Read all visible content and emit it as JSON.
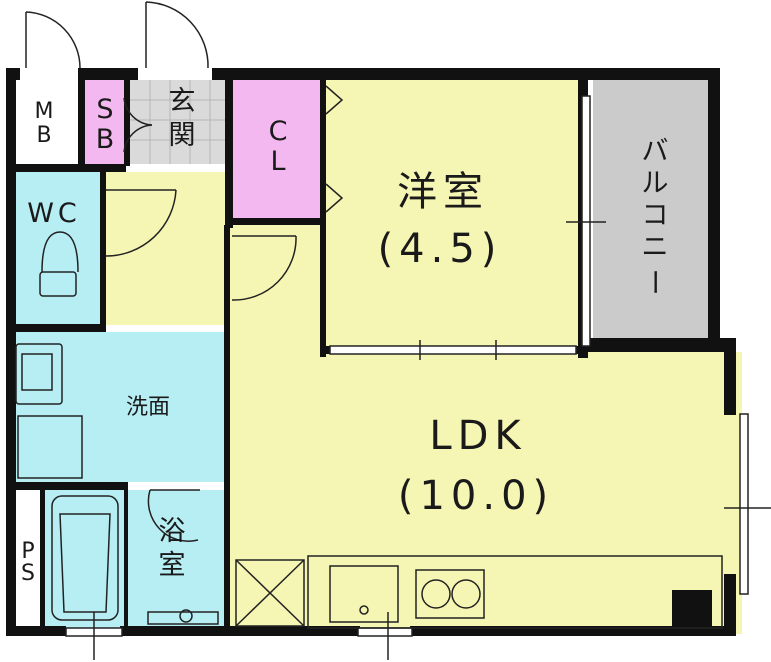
{
  "colors": {
    "western_room": "#f6f6b4",
    "ldk": "#f6f6b4",
    "hall": "#f6f6b4",
    "closet": "#f4b8f0",
    "storage": "#f4b8f0",
    "wet_area": "#b6eef4",
    "balcony": "#cbcbcb",
    "entrance": "#dadada",
    "wall": "#111111"
  },
  "labels": {
    "mb": [
      "M",
      "B"
    ],
    "sb": [
      "S",
      "B"
    ],
    "entrance": [
      "玄",
      "関"
    ],
    "closet": [
      "C",
      "L"
    ],
    "western_room": {
      "name": "洋室",
      "size": "(4.5)"
    },
    "balcony": [
      "バ",
      "ル",
      "コ",
      "ニ",
      "ー"
    ],
    "wc": "WC",
    "washroom": "洗面",
    "ldk": {
      "name": "LDK",
      "size": "(10.0)"
    },
    "ps": [
      "P",
      "S"
    ],
    "bathroom": [
      "浴",
      "室"
    ]
  }
}
